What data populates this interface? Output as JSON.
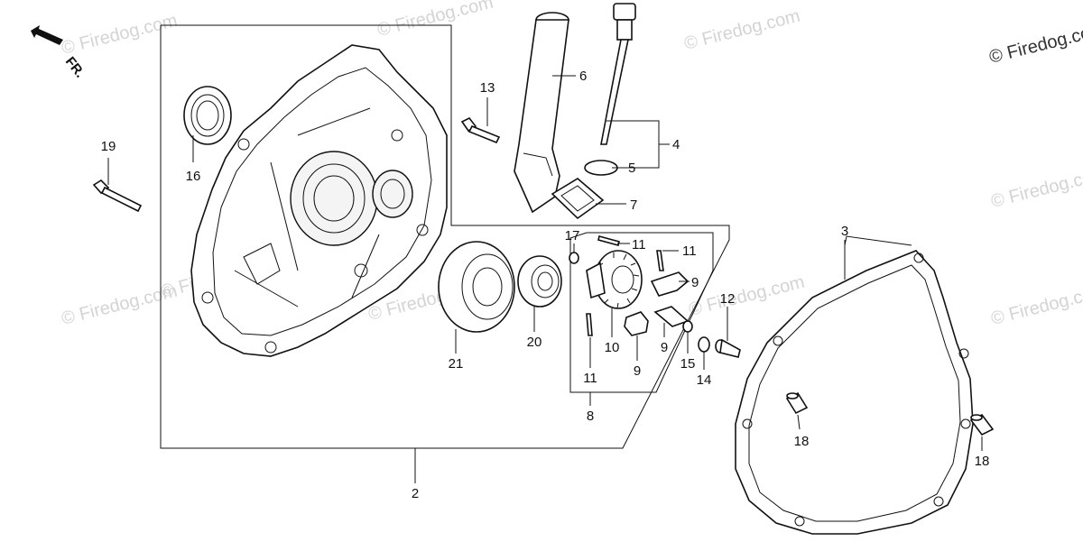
{
  "direction_label": "FR.",
  "watermarks": [
    "© Firedog.com",
    "© Firedog.com",
    "© Firedog.com",
    "© Firedog.com",
    "© Firedog.com",
    "© Firedog.com",
    "© Firedog.com",
    "© Firedog.com",
    "© Firedog.com",
    "© Firedog.com"
  ],
  "callouts": [
    "19",
    "16",
    "13",
    "6",
    "4",
    "5",
    "7",
    "3",
    "17",
    "11",
    "11",
    "9",
    "12",
    "21",
    "20",
    "10",
    "9",
    "9",
    "15",
    "14",
    "11",
    "8",
    "18",
    "18",
    "2"
  ],
  "colors": {
    "line": "#111111",
    "watermark": "#d4d4d4",
    "background": "#ffffff"
  }
}
